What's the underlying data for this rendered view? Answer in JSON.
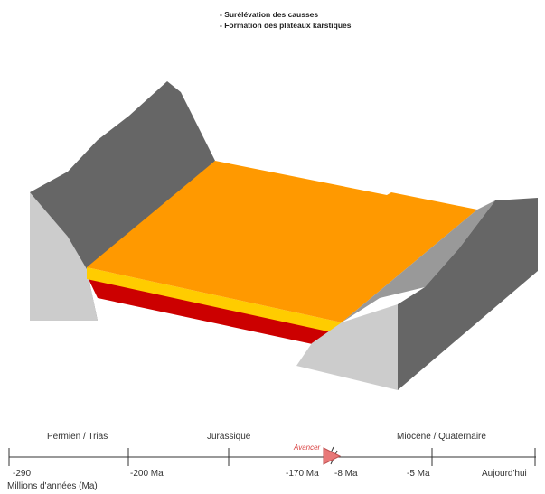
{
  "caption": {
    "line1": "- Surélévation des causses",
    "line2": "- Formation des plateaux karstiques"
  },
  "colors": {
    "plateau": "#FF9900",
    "limestone_yellow": "#FFCC00",
    "red_layer": "#CC0000",
    "rock_dark": "#666666",
    "rock_light": "#CCCCCC",
    "rock_mid": "#999999",
    "advance_marker": "#E87878"
  },
  "timeline": {
    "periods": [
      {
        "label": "Permien / Trias"
      },
      {
        "label": "Jurassique"
      },
      {
        "label": "Miocène / Quaternaire"
      }
    ],
    "ticks": [
      {
        "label": "-290"
      },
      {
        "label": "-200 Ma"
      },
      {
        "label": "-170 Ma"
      },
      {
        "label": "-8 Ma"
      },
      {
        "label": "-5 Ma"
      },
      {
        "label": "Aujourd'hui"
      }
    ],
    "unit_label": "Millions d'années (Ma)",
    "advance_label": "Avancer"
  }
}
